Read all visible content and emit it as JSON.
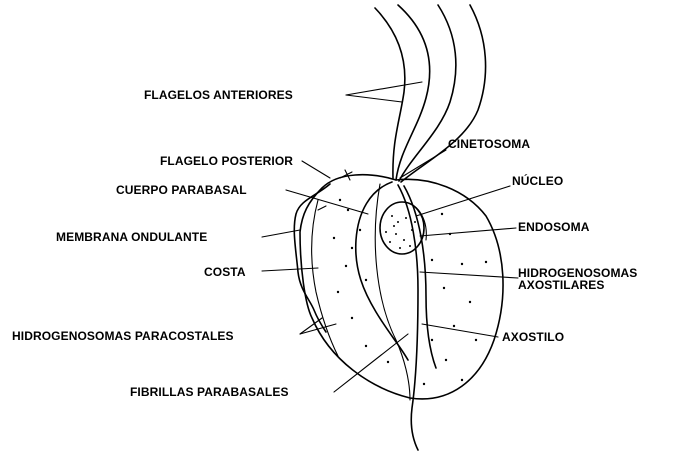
{
  "title": "",
  "labels": {
    "flagelos_anteriores": "FLAGELOS ANTERIORES",
    "cinetosoma": "CINETOSOMA",
    "flagelo_posterior": "FLAGELO POSTERIOR",
    "cuerpo_parabasal": "CUERPO PARABASAL",
    "nucleo": "NÚCLEO",
    "membrana_ondulante": "MEMBRANA ONDULANTE",
    "endosoma": "ENDOSOMA",
    "costa": "COSTA",
    "hidrogenosomas_axostilares_1": "HIDROGENOSOMAS",
    "hidrogenosomas_axostilares_2": "AXOSTILARES",
    "hidrogenosomas_paracostales": "HIDROGENOSOMAS PARACOSTALES",
    "axostilo": "AXOSTILO",
    "fibrillas_parabasales": "FIBRILLAS PARABASALES"
  },
  "colors": {
    "ink": "#000000",
    "background": "#ffffff"
  }
}
